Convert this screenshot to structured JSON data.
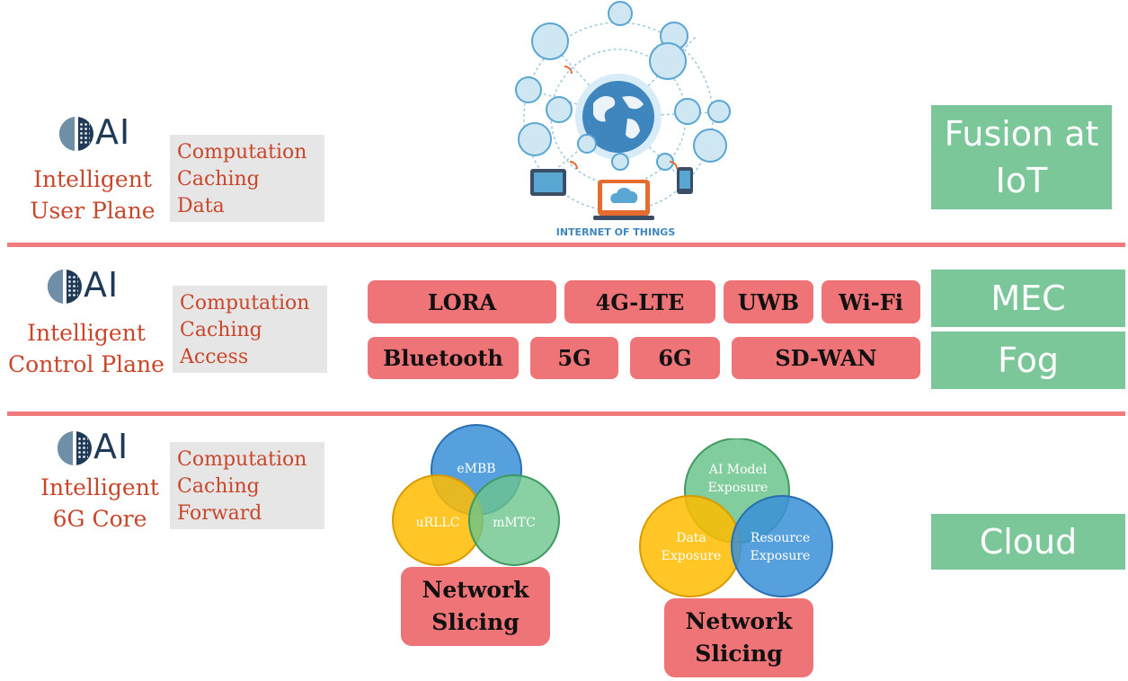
{
  "iot_caption": "INTERNET OF THINGS",
  "logo_text": "AI",
  "planes": [
    {
      "title_line1": "Intelligent",
      "title_line2": "User Plane",
      "functions": [
        "Computation",
        "Caching",
        "Data"
      ]
    },
    {
      "title_line1": "Intelligent",
      "title_line2": "Control Plane",
      "functions": [
        "Computation",
        "Caching",
        "Access"
      ]
    },
    {
      "title_line1": "Intelligent",
      "title_line2": "6G Core",
      "functions": [
        "Computation",
        "Caching",
        "Forward"
      ]
    }
  ],
  "access_technologies": [
    "LORA",
    "4G-LTE",
    "UWB",
    "Wi-Fi",
    "Bluetooth",
    "5G",
    "6G",
    "SD-WAN"
  ],
  "right_labels": {
    "iot": [
      "Fusion at",
      "IoT"
    ],
    "mec": "MEC",
    "fog": "Fog",
    "cloud": "Cloud"
  },
  "slicing_left": {
    "circles": [
      "eMBB",
      "uRLLC",
      "mMTC"
    ],
    "label": [
      "Network",
      "Slicing"
    ]
  },
  "slicing_right": {
    "circles": [
      [
        "AI Model",
        "Exposure"
      ],
      [
        "Data",
        "Exposure"
      ],
      [
        "Resource",
        "Exposure"
      ]
    ],
    "label": [
      "Network",
      "Slicing"
    ]
  },
  "colors": {
    "coral": "#ef7478",
    "green": "#7cc79a",
    "title_red": "#c8462a",
    "gray_box": "#e7e6e6",
    "venn_blue": "#3a8fd8",
    "venn_yellow": "#ffbc00",
    "venn_green": "#6cc48c"
  }
}
